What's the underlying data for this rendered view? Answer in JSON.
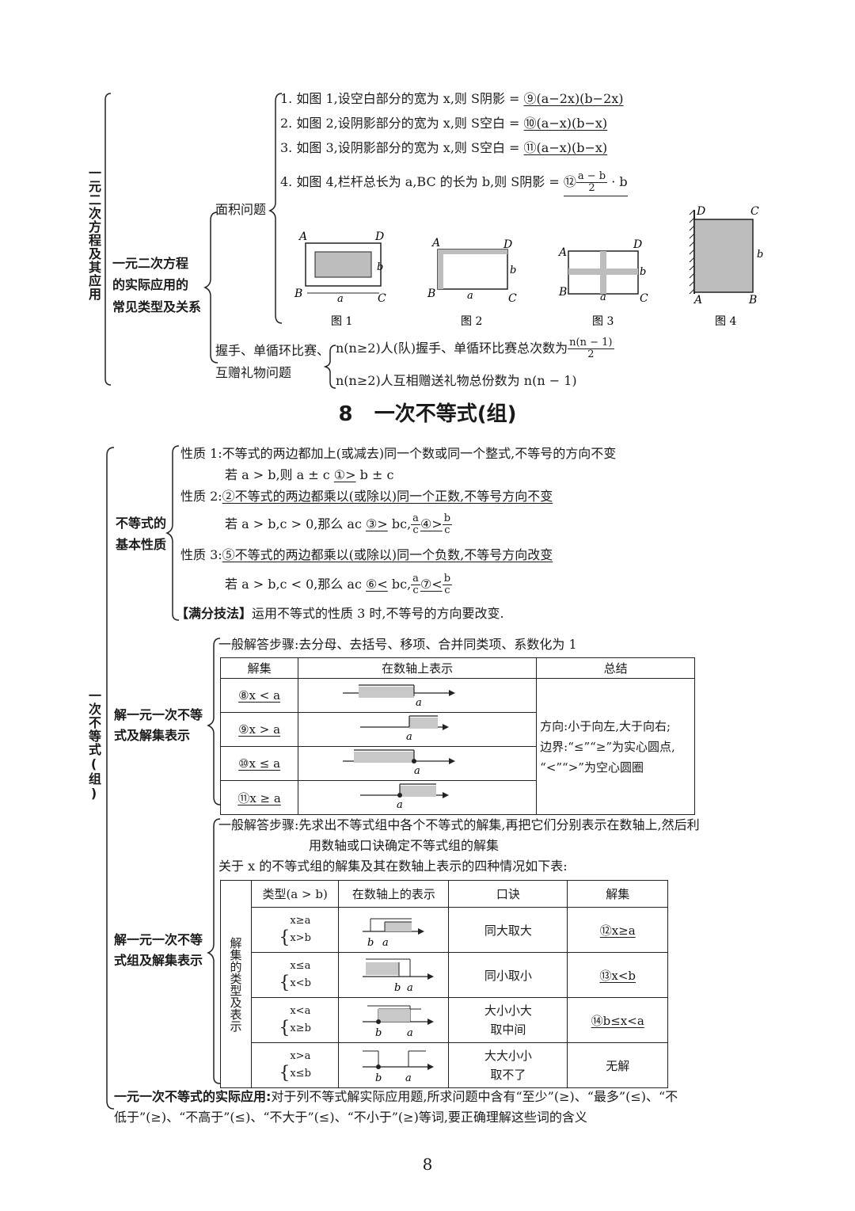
{
  "top": {
    "side_label": "一元二次方程及其应用",
    "subject": [
      "一元二次方程",
      "的实际应用的",
      "常见类型及关系"
    ],
    "area_label": "面积问题",
    "items": [
      {
        "text": "1. 如图 1,设空白部分的宽为 x,则 S阴影 =",
        "ans": "⑨(a−2x)(b−2x)"
      },
      {
        "text": "2. 如图 2,设阴影部分的宽为 x,则 S空白 =",
        "ans": "⑩(a−x)(b−x)"
      },
      {
        "text": "3. 如图 3,设阴影部分的宽为 x,则 S空白 =",
        "ans": "⑪(a−x)(b−x)"
      },
      {
        "text": "4. 如图 4,栏杆总长为 a,BC 的长为 b,则 S阴影 =",
        "ans_circ": "⑫",
        "ans_num": "a − b",
        "ans_den": "2",
        "ans_tail": "· b"
      }
    ],
    "fig_captions": [
      "图 1",
      "图 2",
      "图 3",
      "图 4"
    ],
    "fig_letters": {
      "A": "A",
      "B": "B",
      "C": "C",
      "D": "D",
      "a": "a",
      "b": "b"
    },
    "handshake_label": [
      "握手、单循环比赛、",
      "互赠礼物问题"
    ],
    "handshake_1": "n(n≥2)人(队)握手、单循环比赛总次数为",
    "handshake_1_num": "n(n − 1)",
    "handshake_1_den": "2",
    "handshake_2": "n(n≥2)人互相赠送礼物总份数为 n(n − 1)"
  },
  "section": {
    "number": "8",
    "title": "一次不等式(组)"
  },
  "ineq": {
    "side_label": "一次不等式(组)",
    "props_label": [
      "不等式的",
      "基本性质"
    ],
    "p1": "性质 1:不等式的两边都加上(或减去)同一个数或同一个整式,不等号的方向不变",
    "p1_ex_pre": "若 a > b,则 a ± c",
    "p1_ex_ans": "①>",
    "p1_ex_post": "b ± c",
    "p2_pre": "性质 2:",
    "p2_ans": "②不等式的两边都乘以(或除以)同一个正数,不等号方向不变",
    "p2_ex_pre": "若 a > b,c > 0,那么 ac",
    "p2_ex_ans1": "③>",
    "p2_ex_mid": "bc,",
    "p2_ex_ans2": "④>",
    "p3_pre": "性质 3:",
    "p3_ans": "⑤不等式的两边都乘以(或除以)同一个负数,不等号方向改变",
    "p3_ex_pre": "若 a > b,c < 0,那么 ac",
    "p3_ex_ans1": "⑥<",
    "p3_ex_mid": "bc,",
    "p3_ex_ans2": "⑦<",
    "frac_a": "a",
    "frac_b": "b",
    "frac_c": "c",
    "tip_label": "【满分技法】",
    "tip_text": "运用不等式的性质 3 时,不等号的方向要改变.",
    "solve1_label": [
      "解一元一次不等",
      "式及解集表示"
    ],
    "solve1_steps": "一般解答步骤:去分母、去括号、移项、合并同类项、系数化为 1",
    "table1_headers": [
      "解集",
      "在数轴上表示",
      "总结"
    ],
    "table1_rows": [
      "⑧x < a",
      "⑨x > a",
      "⑩x ≤ a",
      "⑪x ≥ a"
    ],
    "table1_summary": [
      "方向:小于向左,大于向右;",
      "边界:“≤”“≥”为实心圆点,",
      "“<”“>”为空心圆圈"
    ],
    "solve2_label": [
      "解一元一次不等",
      "式组及解集表示"
    ],
    "solve2_steps_1": "一般解答步骤:先求出不等式组中各个不等式的解集,再把它们分别表示在数轴上,然后利",
    "solve2_steps_2": "用数轴或口诀确定不等式组的解集",
    "solve2_intro": "关于 x 的不等式组的解集及其在数轴上表示的四种情况如下表:",
    "table2_side": "解集的类型及表示",
    "table2_headers": [
      "类型(a > b)",
      "在数轴上的表示",
      "口诀",
      "解集"
    ],
    "table2_rows": [
      {
        "sys1": "x≥a",
        "sys2": "x>b",
        "rule": [
          "同大取大"
        ],
        "ans": "⑫x≥a"
      },
      {
        "sys1": "x≤a",
        "sys2": "x<b",
        "rule": [
          "同小取小"
        ],
        "ans": "⑬x<b"
      },
      {
        "sys1": "x<a",
        "sys2": "x≥b",
        "rule": [
          "大小小大",
          "取中间"
        ],
        "ans": "⑭b≤x<a"
      },
      {
        "sys1": "x>a",
        "sys2": "x≤b",
        "rule": [
          "大大小小",
          "取不了"
        ],
        "ans": "无解"
      }
    ],
    "app_label": "一元一次不等式的实际应用:",
    "app_text_1": "对于列不等式解实际应用题,所求问题中含有“至少”(≥)、“最多”(≤)、“不",
    "app_text_2": "低于”(≥)、“不高于”(≤)、“不大于”(≤)、“不小于”(≥)等词,要正确理解这些词的含义"
  },
  "page_number": "8"
}
